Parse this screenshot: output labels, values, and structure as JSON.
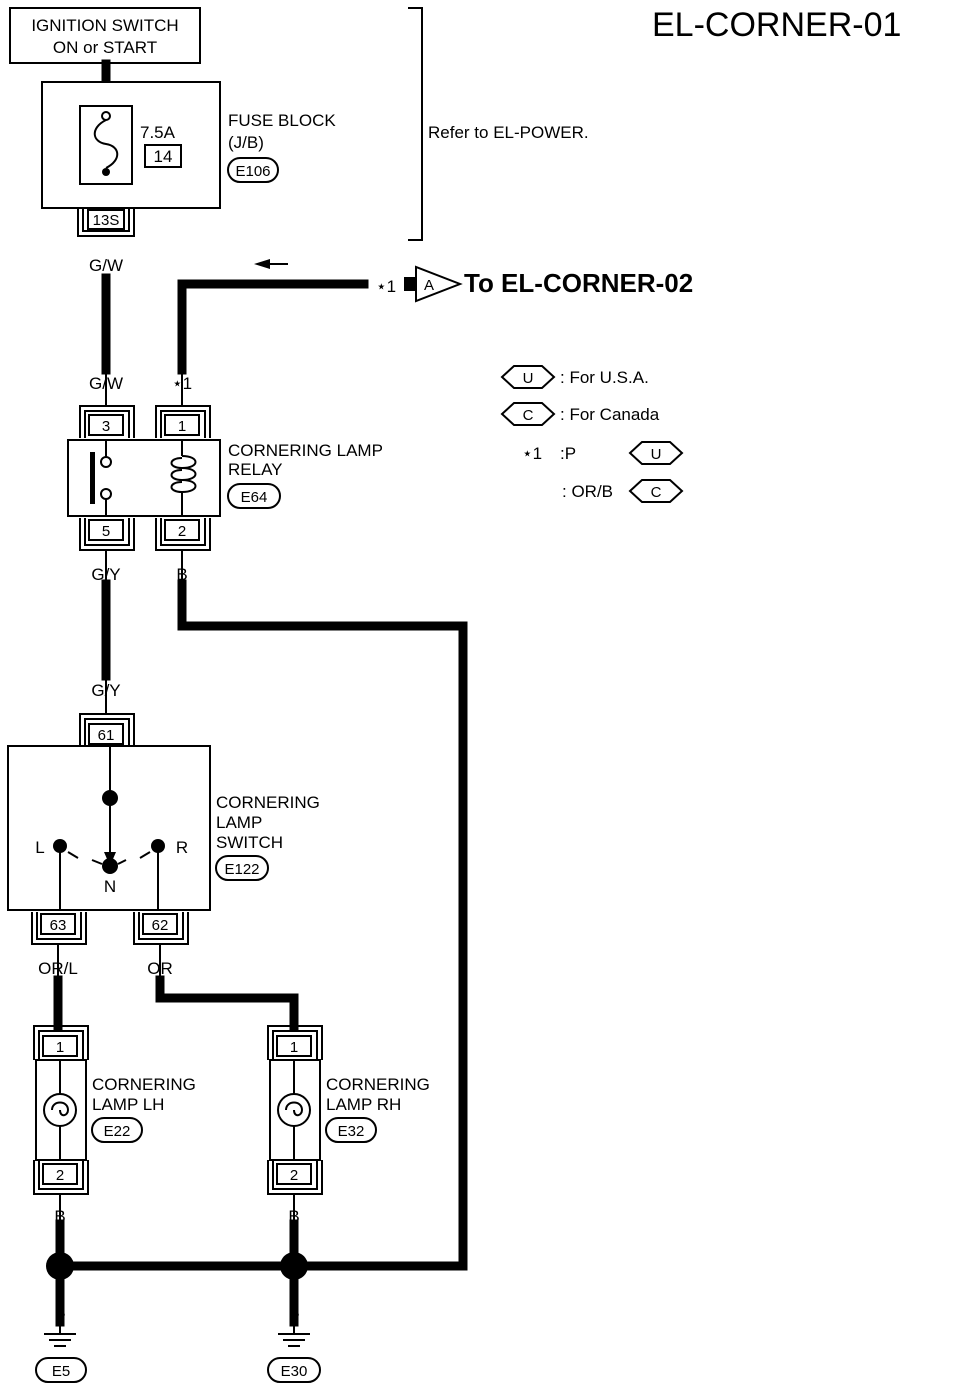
{
  "title": "EL-CORNER-01",
  "ignition_switch": {
    "line1": "IGNITION SWITCH",
    "line2": "ON or START"
  },
  "fuse_block": {
    "rating": "7.5A",
    "fuse_number": "14",
    "label_line1": "FUSE BLOCK",
    "label_line2": "(J/B)",
    "connector": "E106",
    "terminal": "13S"
  },
  "refer_note": "Refer to EL-POWER.",
  "continuation": {
    "marker": "⋆1",
    "connector_letter": "A",
    "label": "To EL-CORNER-02"
  },
  "relay": {
    "label_line1": "CORNERING LAMP",
    "label_line2": "RELAY",
    "connector": "E64",
    "pins": {
      "p3": "3",
      "p1": "1",
      "p5": "5",
      "p2": "2"
    }
  },
  "switch": {
    "label_line1": "CORNERING",
    "label_line2": "LAMP",
    "label_line3": "SWITCH",
    "connector": "E122",
    "pins": {
      "p61": "61",
      "p63": "63",
      "p62": "62"
    },
    "positions": {
      "left": "L",
      "right": "R",
      "neutral": "N"
    }
  },
  "lamp_lh": {
    "label_line1": "CORNERING",
    "label_line2": "LAMP LH",
    "connector": "E22",
    "pin1": "1",
    "pin2": "2"
  },
  "lamp_rh": {
    "label_line1": "CORNERING",
    "label_line2": "LAMP RH",
    "connector": "E32",
    "pin1": "1",
    "pin2": "2"
  },
  "wires": {
    "fuse_to_relay_top": "G/W",
    "fuse_to_relay_bottom": "G/W",
    "relay_coil_in": "⋆1",
    "relay_out_top": "G/Y",
    "relay_out_bottom": "G/Y",
    "relay_ground": "B",
    "lh_feed": "OR/L",
    "rh_feed": "OR",
    "lh_ground": "B",
    "rh_ground": "B",
    "lh_ground_lower": "B",
    "rh_ground_lower": "B"
  },
  "grounds": {
    "left": "E5",
    "right": "E30"
  },
  "legend": {
    "usa_code": "U",
    "usa_text": ": For U.S.A.",
    "canada_code": "C",
    "canada_text": ": For Canada",
    "star_marker": "⋆1",
    "star_usa_text": ":P",
    "star_canada_text": ": OR/B"
  }
}
